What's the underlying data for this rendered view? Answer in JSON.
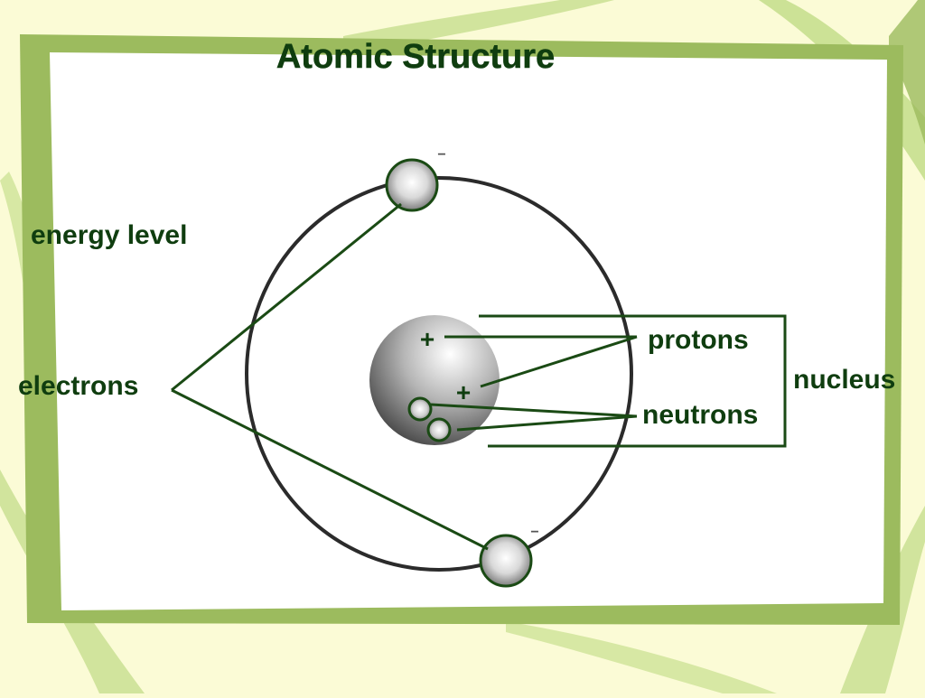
{
  "slide": {
    "title": "Atomic Structure"
  },
  "labels": {
    "energy_level": "energy level",
    "electrons": "electrons",
    "protons": "protons",
    "neutrons": "neutrons",
    "nucleus": "nucleus",
    "proton_sign_1": "+",
    "proton_sign_2": "+",
    "electron_sign_1": "−",
    "electron_sign_2": "−"
  },
  "colors": {
    "background": "#fbfbd6",
    "frame_green": "#9cbb5e",
    "light_green": "#c7df8f",
    "text_green": "#0f3d0f",
    "line_green": "#1a4a14",
    "orbit": "#2b2b2b"
  }
}
